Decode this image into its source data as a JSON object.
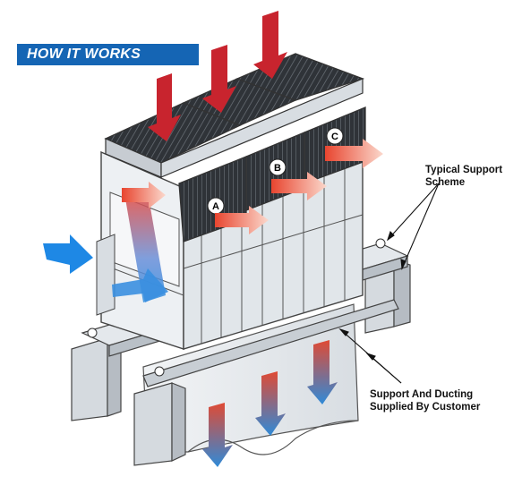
{
  "banner": {
    "title": "HOW IT WORKS"
  },
  "callouts": {
    "support": "Typical Support Scheme",
    "ducting": "Support And Ducting Supplied By Customer"
  },
  "cells": {
    "a": "A",
    "b": "B",
    "c": "C"
  },
  "colors": {
    "banner": "#1565b4",
    "hot_air": "#d42a2a",
    "cool_air": "#1e88e5",
    "structure": "#e6e9ec",
    "coil": "#3a3e44"
  },
  "icons": {
    "inlet": "down-arrow-red-icon",
    "outlet": "right-arrow-salmon-icon",
    "side_inlet": "right-arrow-blue-icon",
    "discharge": "down-arrow-gradient-icon"
  }
}
